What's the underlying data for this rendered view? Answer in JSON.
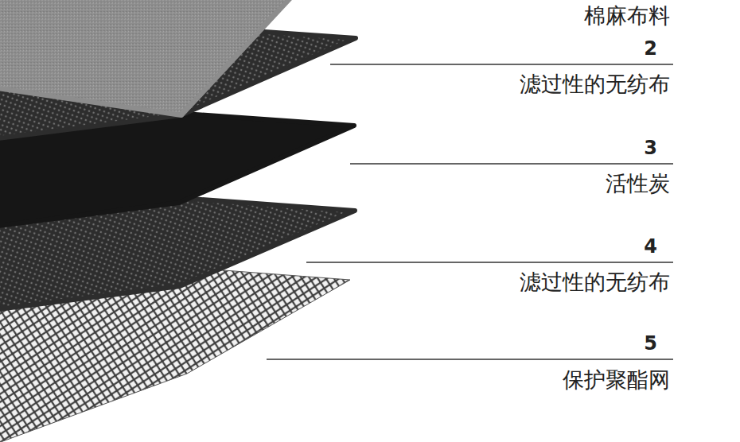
{
  "diagram": {
    "labels": [
      "棉麻布料",
      "2",
      "滤过性的无纺布",
      "3",
      "活性炭",
      "4",
      "滤过性的无纺布",
      "5",
      "保护聚酯网"
    ]
  }
}
